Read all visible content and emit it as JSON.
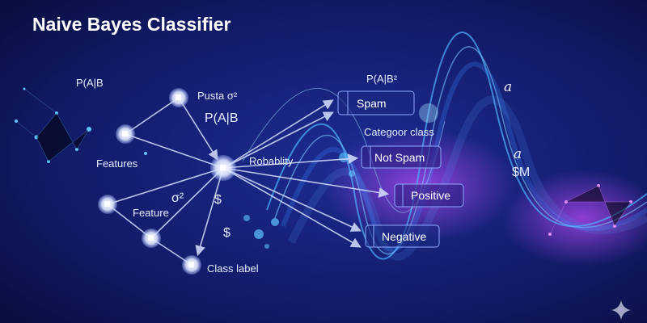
{
  "title": "Naive Bayes Classifier",
  "labels": {
    "pab_left": "P(A|B",
    "pusta": "Pusta σ²",
    "pab_mid": "P(A|B",
    "features": "Features",
    "robablity": "Robablity",
    "sigma2": "σ²",
    "dollar1": "$",
    "feature": "Feature",
    "dollar2": "$",
    "class_label": "Class label",
    "pab2": "P(A|B²",
    "category_class": "Categoor class",
    "alpha1": "a",
    "alpha2": "a",
    "dollar_m": "$M"
  },
  "classes": [
    "Spam",
    "Not Spam",
    "Positive",
    "Negative"
  ],
  "colors": {
    "bg_dark": "#0a0f3a",
    "bg_mid": "#1b2a8a",
    "wave": "#4fb3ff",
    "purple": "#b04cff",
    "node": "#c9d2f5"
  }
}
